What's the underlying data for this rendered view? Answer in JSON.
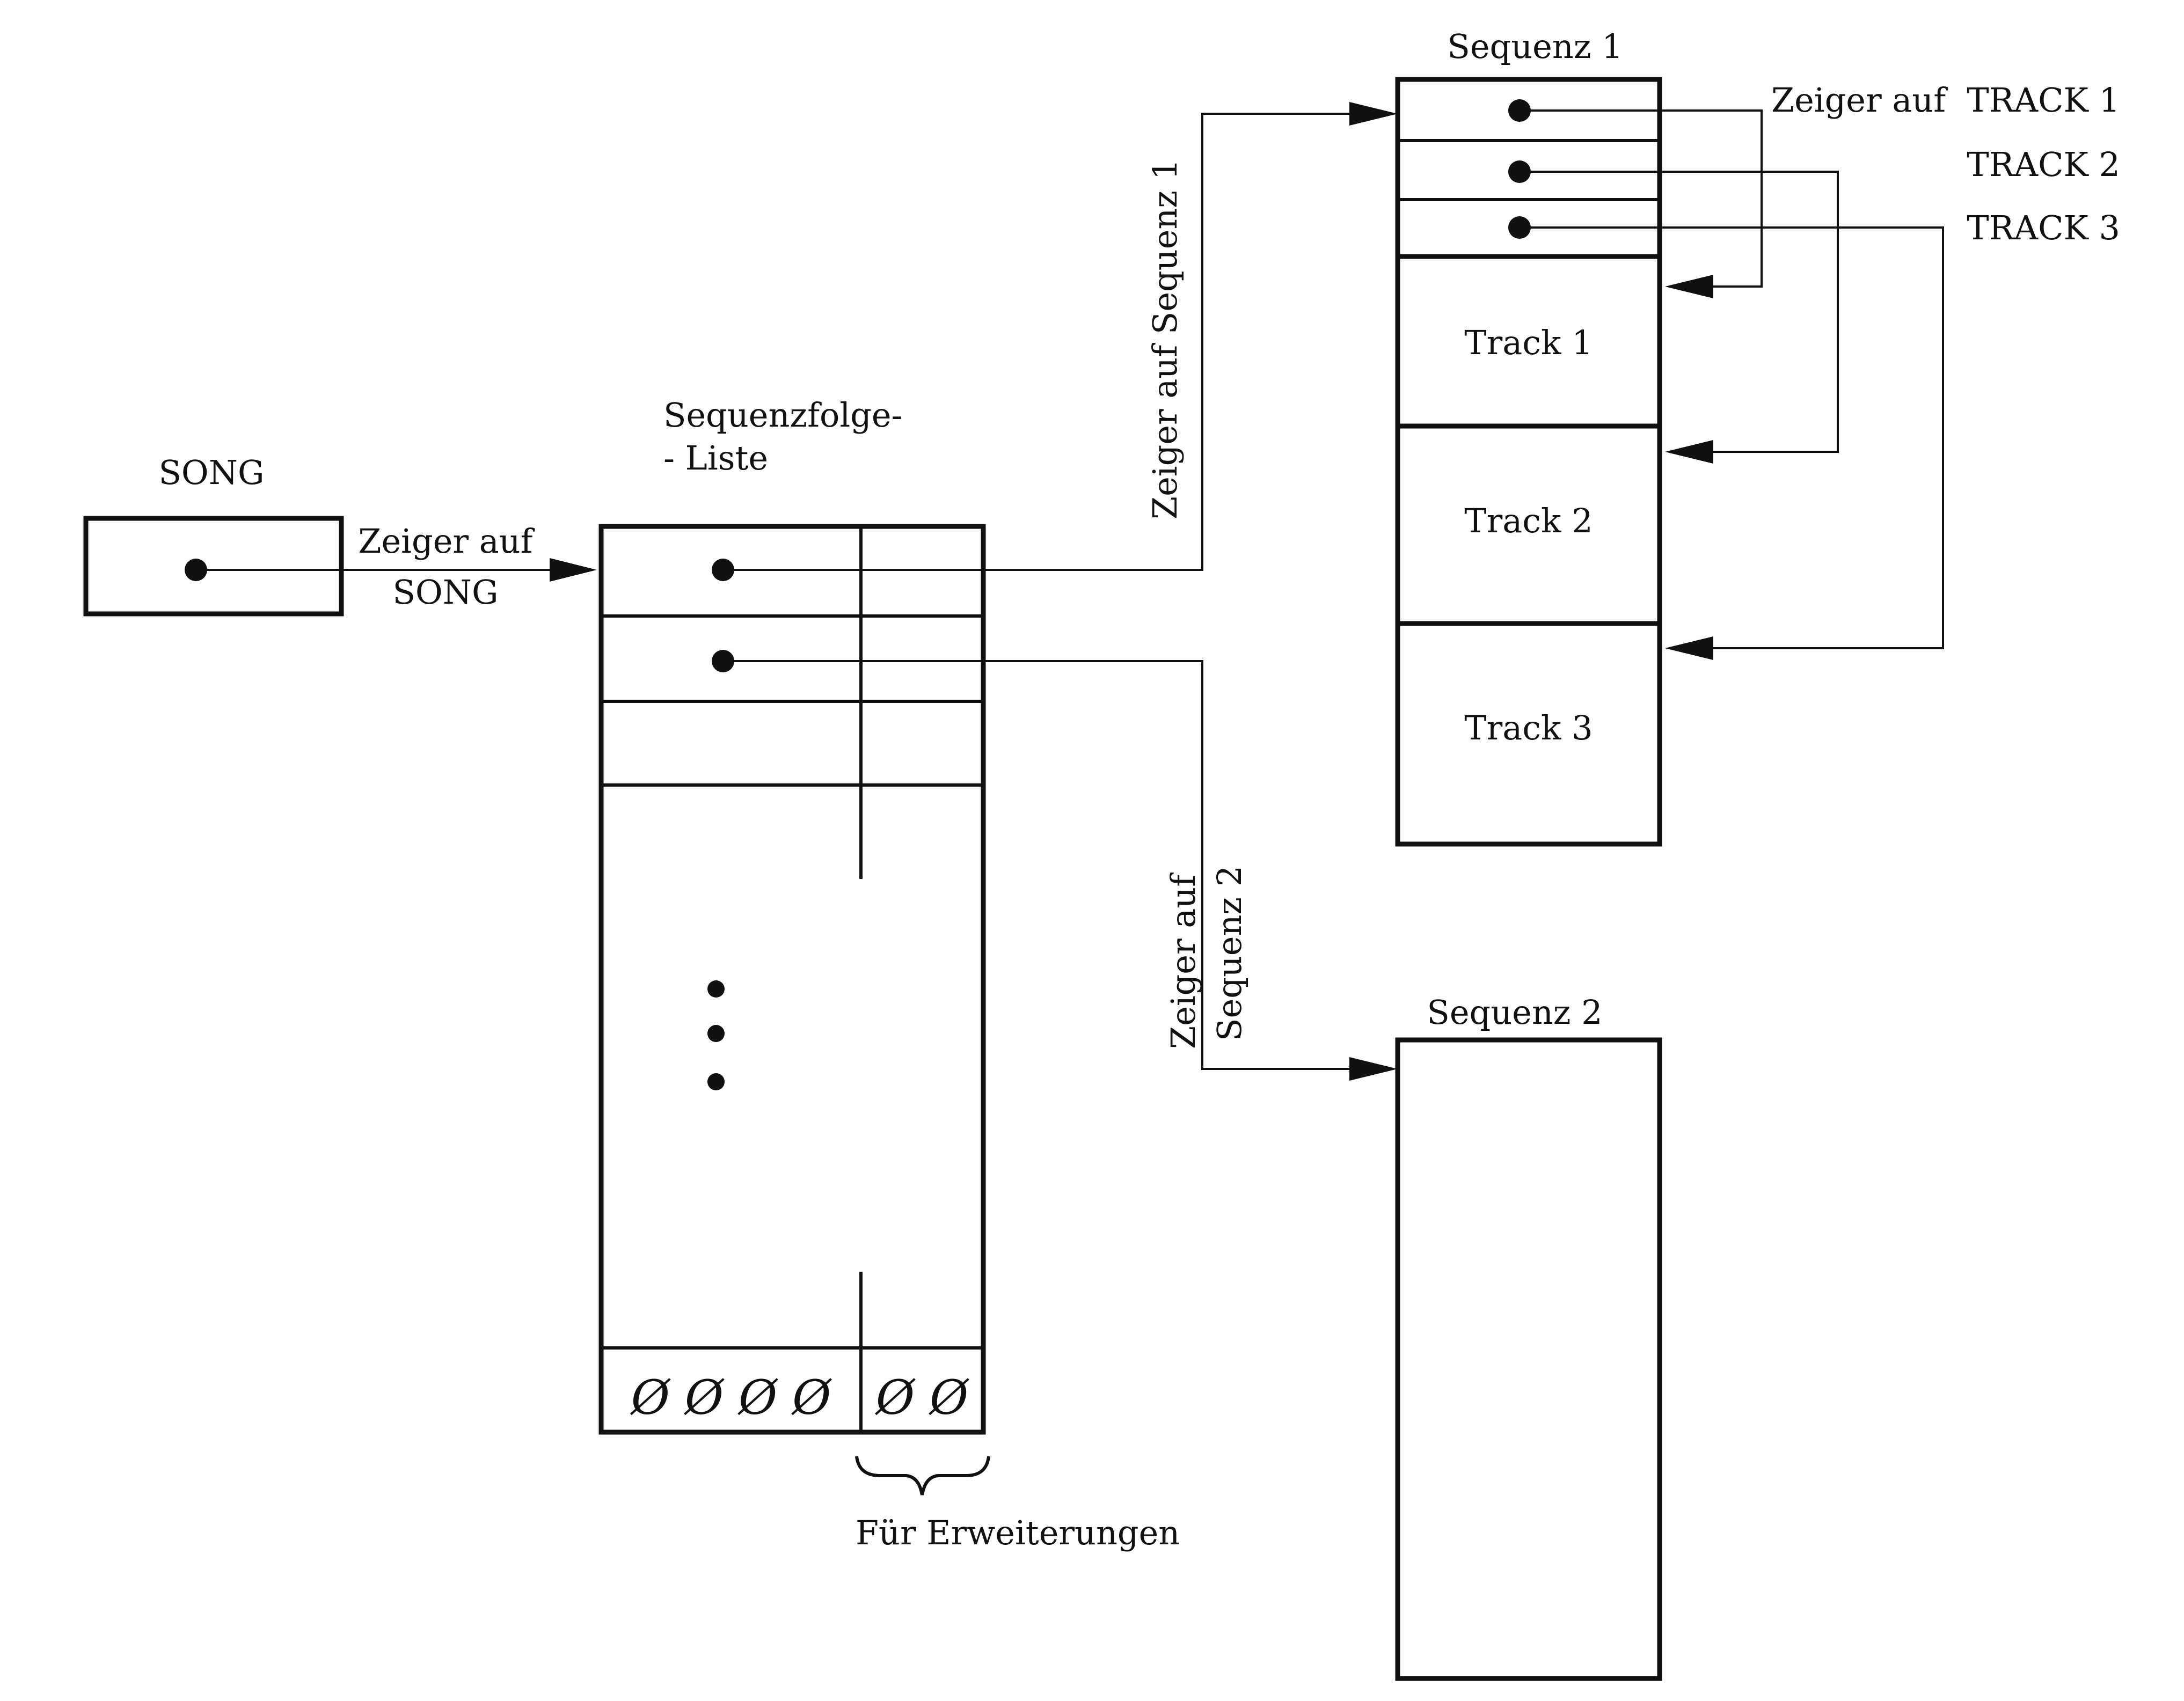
{
  "song": {
    "title": "SONG",
    "pointer_label_line1": "Zeiger auf",
    "pointer_label_line2": "SONG"
  },
  "sequence_list": {
    "title_line1": "Sequenzfolge-",
    "title_line2": "- Liste",
    "end_marker_main": "Ø Ø Ø Ø",
    "end_marker_ext": "Ø Ø",
    "extension_label": "Für Erweiterungen"
  },
  "pointer_seq1": {
    "label": "Zeiger auf Sequenz 1"
  },
  "pointer_seq2": {
    "label_line1": "Zeiger auf",
    "label_line2": "Sequenz 2"
  },
  "sequence1": {
    "title": "Sequenz 1",
    "pointer_label_prefix": "Zeiger auf",
    "pointer_labels": [
      "TRACK 1",
      "TRACK 2",
      "TRACK 3"
    ],
    "tracks": [
      "Track 1",
      "Track 2",
      "Track 3"
    ]
  },
  "sequence2": {
    "title": "Sequenz 2"
  }
}
